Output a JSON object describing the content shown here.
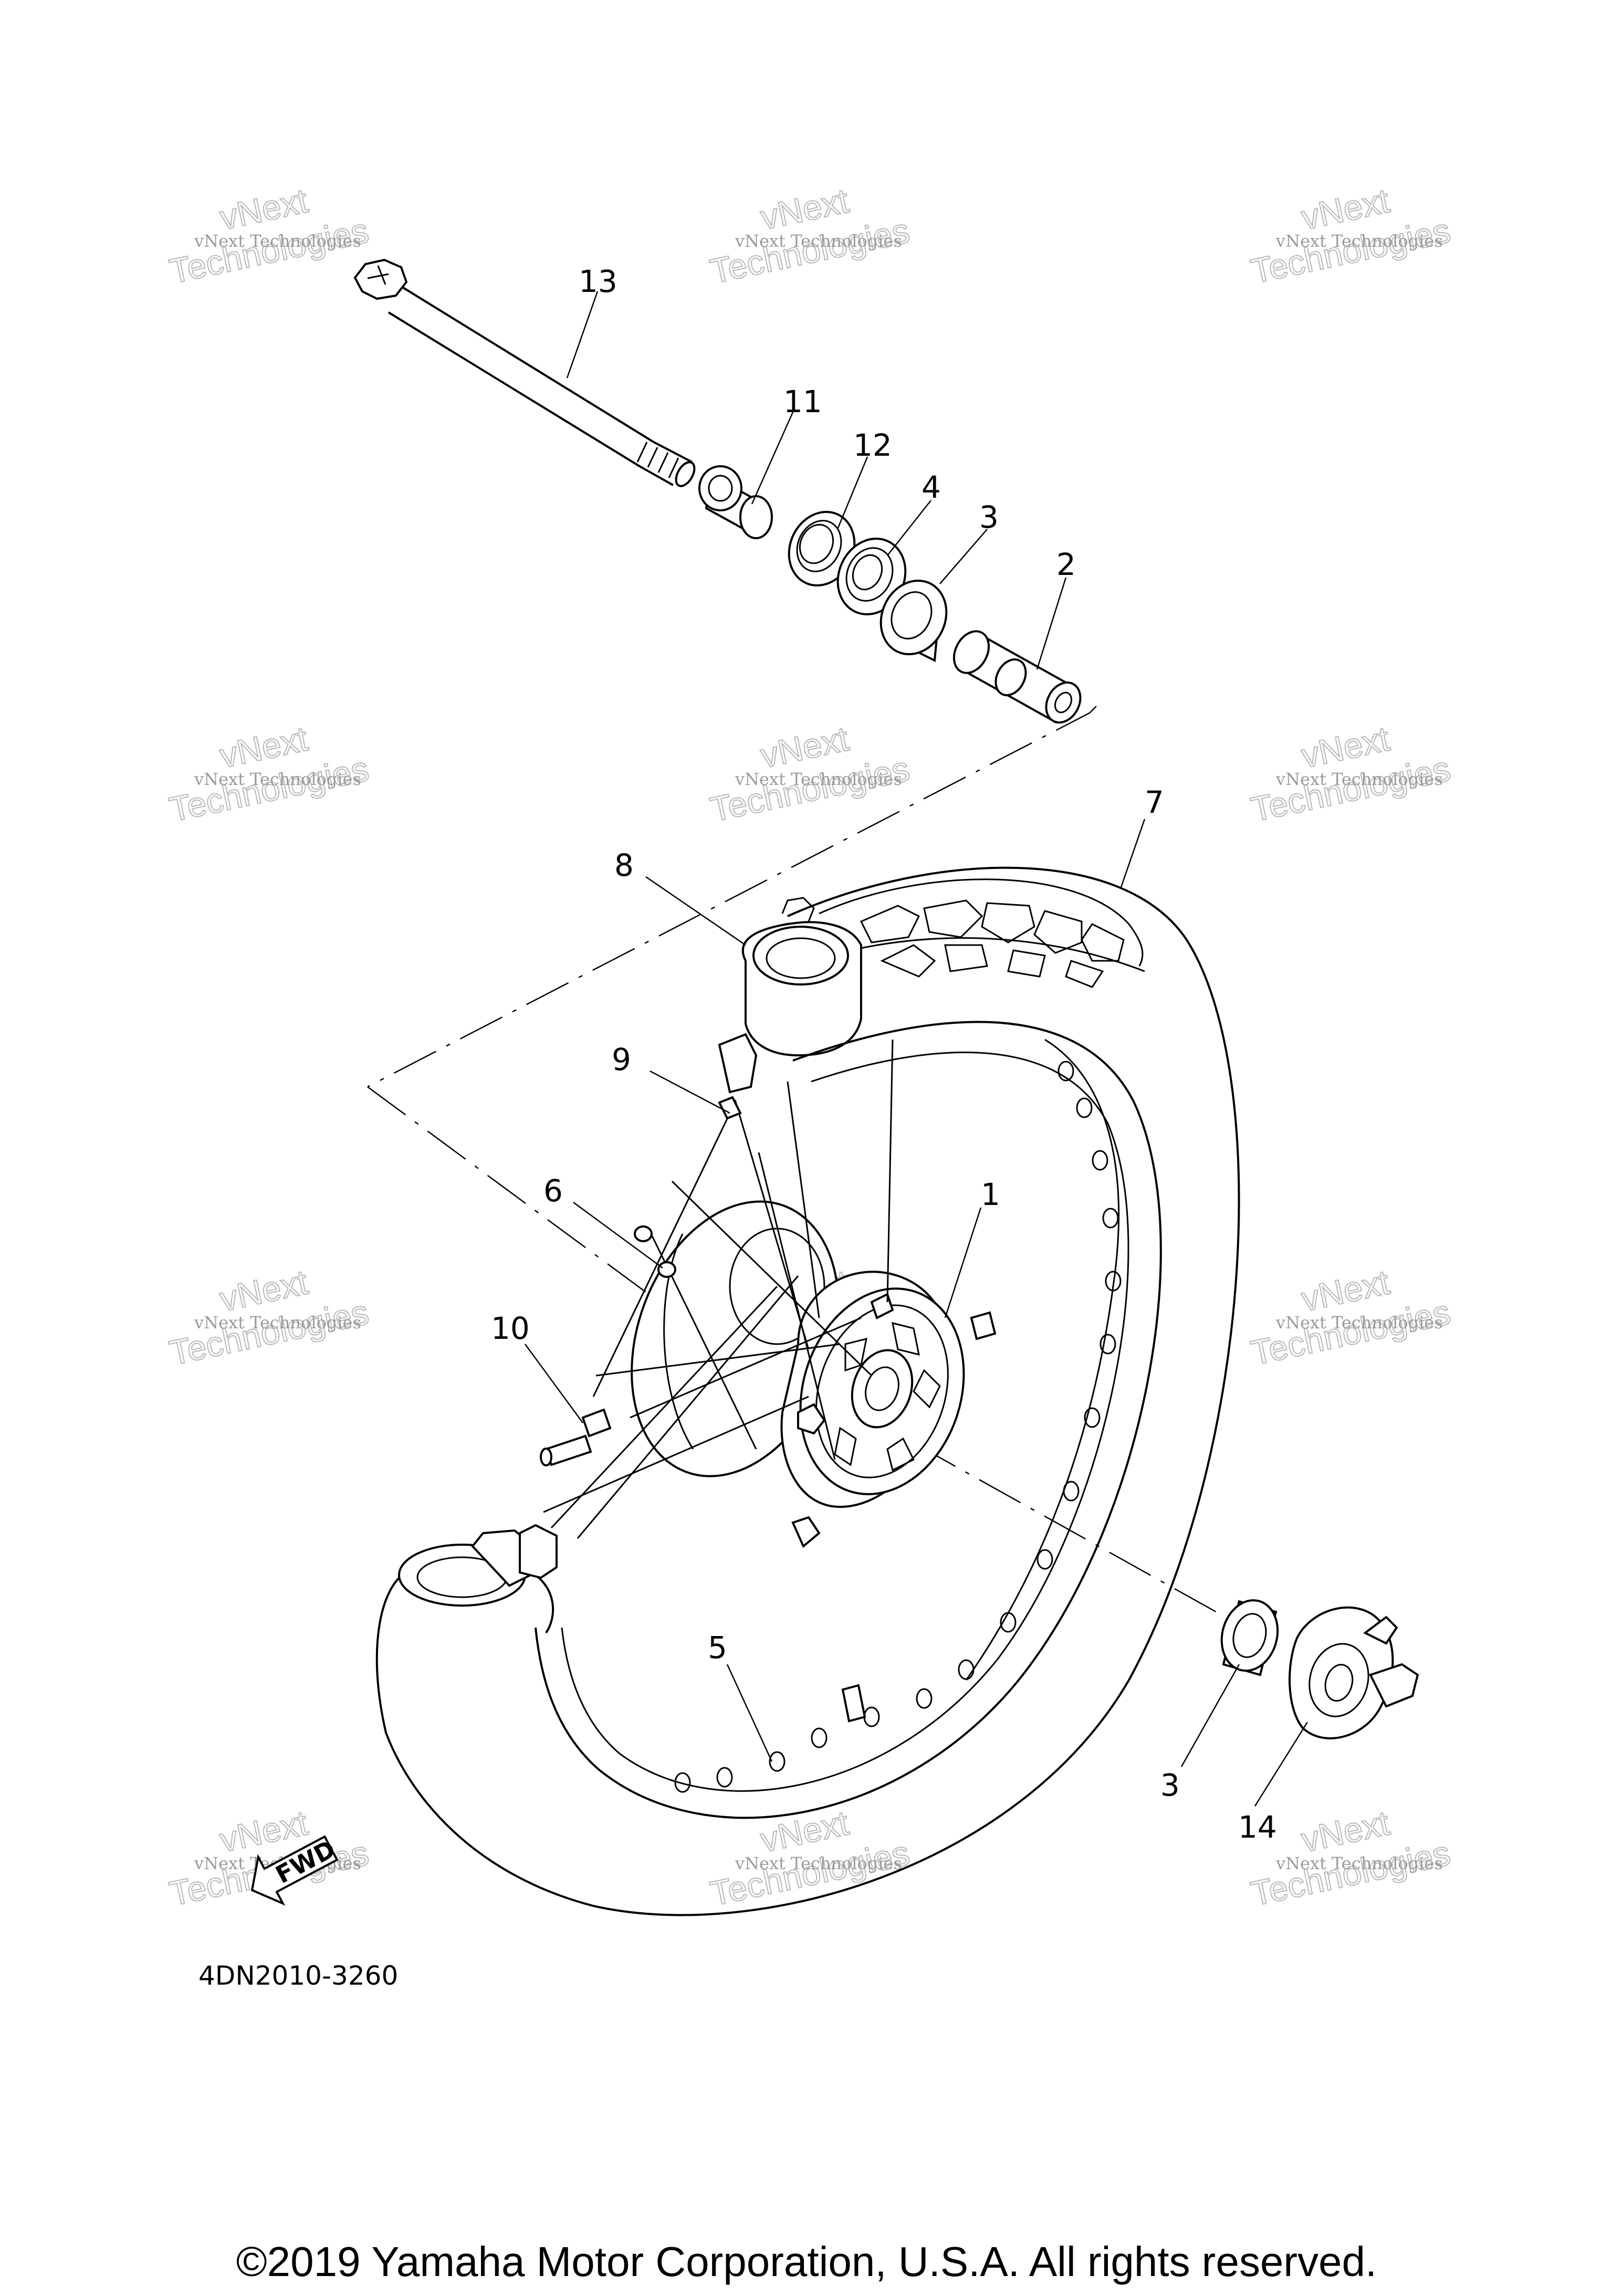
{
  "diagram_code": "4DN2010-3260",
  "copyright": "©2019 Yamaha Motor Corporation, U.S.A. All rights reserved.",
  "fwd_marker": "FWD",
  "watermark": {
    "line1": "vNext Technologies",
    "line2": "Technologies",
    "line3": "vNext"
  },
  "callouts": {
    "c1": "1",
    "c2": "2",
    "c3a": "3",
    "c3b": "3",
    "c4": "4",
    "c5": "5",
    "c6": "6",
    "c7": "7",
    "c8": "8",
    "c9": "9",
    "c10": "10",
    "c11": "11",
    "c12": "12",
    "c13": "13",
    "c14": "14"
  }
}
